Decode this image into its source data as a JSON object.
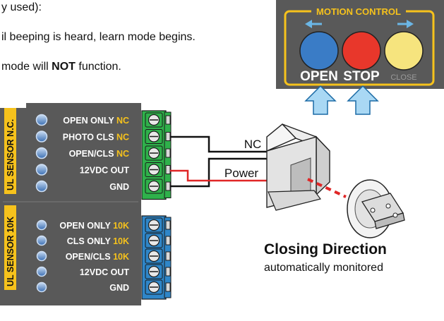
{
  "instructions": {
    "line1": "y used):",
    "line2": "il beeping is heard, learn mode begins.",
    "line3_pre": " mode will ",
    "line3_bold": "NOT",
    "line3_post": " function."
  },
  "motion_control": {
    "title": "MOTION CONTROL",
    "open_label": "OPEN",
    "stop_label": "STOP",
    "close_label": "CLOSE",
    "colors": {
      "panel": "#595959",
      "open": "#3a7cc6",
      "stop": "#e8372b",
      "close": "#f6e47e",
      "accent": "#f6c21c",
      "arrow": "#a9d8f4"
    }
  },
  "sensor_nc": {
    "section_label": "UL SENSOR N.C.",
    "terminals": [
      {
        "name": "OPEN ONLY",
        "suffix": "NC"
      },
      {
        "name": "PHOTO CLS",
        "suffix": "NC"
      },
      {
        "name": "OPEN/CLS",
        "suffix": "NC"
      },
      {
        "name": "12VDC OUT",
        "suffix": ""
      },
      {
        "name": "GND",
        "suffix": ""
      }
    ],
    "block_color": "#2fb14b"
  },
  "sensor_10k": {
    "section_label": "UL SENSOR 10K",
    "terminals": [
      {
        "name": "OPEN ONLY",
        "suffix": "10K"
      },
      {
        "name": "CLS ONLY",
        "suffix": "10K"
      },
      {
        "name": "OPEN/CLS",
        "suffix": "10K"
      },
      {
        "name": "12VDC OUT",
        "suffix": ""
      },
      {
        "name": "GND",
        "suffix": ""
      }
    ],
    "block_color": "#2f86c8"
  },
  "wiring": {
    "nc_label": "NC",
    "power_label": "Power"
  },
  "closing": {
    "title": "Closing Direction",
    "subtitle": "automatically monitored"
  }
}
